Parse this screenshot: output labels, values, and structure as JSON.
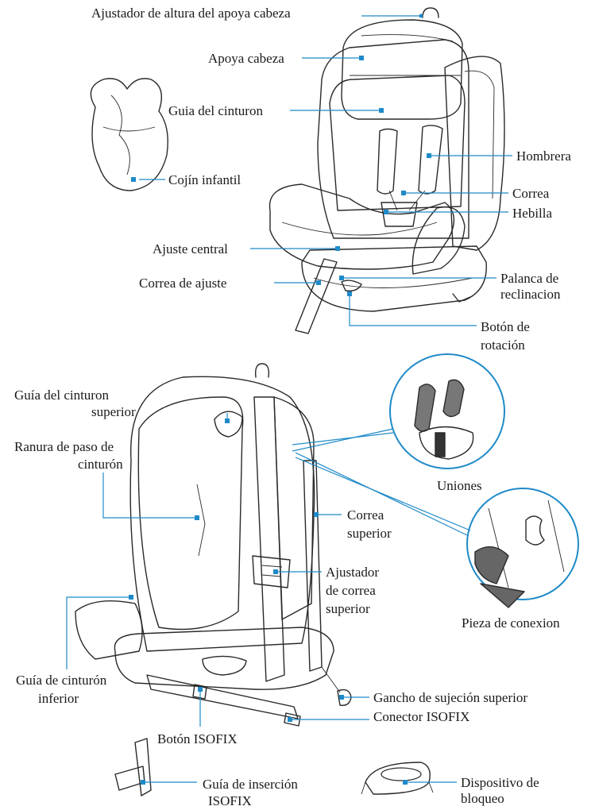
{
  "labels": {
    "headrest_height_adjuster": "Ajustador de altura del apoya cabeza",
    "headrest": "Apoya cabeza",
    "belt_guide": "Guia del cinturon",
    "infant_cushion": "Cojín infantil",
    "shoulder_pad": "Hombrera",
    "strap": "Correa",
    "buckle": "Hebilla",
    "central_adjuster": "Ajuste central",
    "adjust_strap": "Correa de ajuste",
    "recline_lever_1": "Palanca de",
    "recline_lever_2": "reclinacion",
    "rotation_button_1": "Botón de",
    "rotation_button_2": "rotación",
    "upper_belt_guide_1": "Guía del cinturon",
    "upper_belt_guide_2": "superior",
    "belt_slot_1": "Ranura de paso de",
    "belt_slot_2": "cinturón",
    "joints": "Uniones",
    "top_strap_1": "Correa",
    "top_strap_2": "superior",
    "connection_piece": "Pieza de conexion",
    "top_strap_adjuster_1": "Ajustador",
    "top_strap_adjuster_2": "de correa",
    "top_strap_adjuster_3": "superior",
    "lower_belt_guide_1": "Guía de cinturón",
    "lower_belt_guide_2": "inferior",
    "top_tether_hook": "Gancho de sujeción superior",
    "isofix_connector": "Conector ISOFIX",
    "isofix_button": "Botón ISOFIX",
    "isofix_insert_guide_1": "Guía de inserción",
    "isofix_insert_guide_2": "ISOFIX",
    "locking_device_1": "Dispositivo de",
    "locking_device_2": "bloqueo"
  },
  "colors": {
    "leader": "#1f8ac8",
    "ink": "#2a2a2a",
    "fabric_gray": "#d9d9d9",
    "dark_gray": "#6b6b6b"
  }
}
